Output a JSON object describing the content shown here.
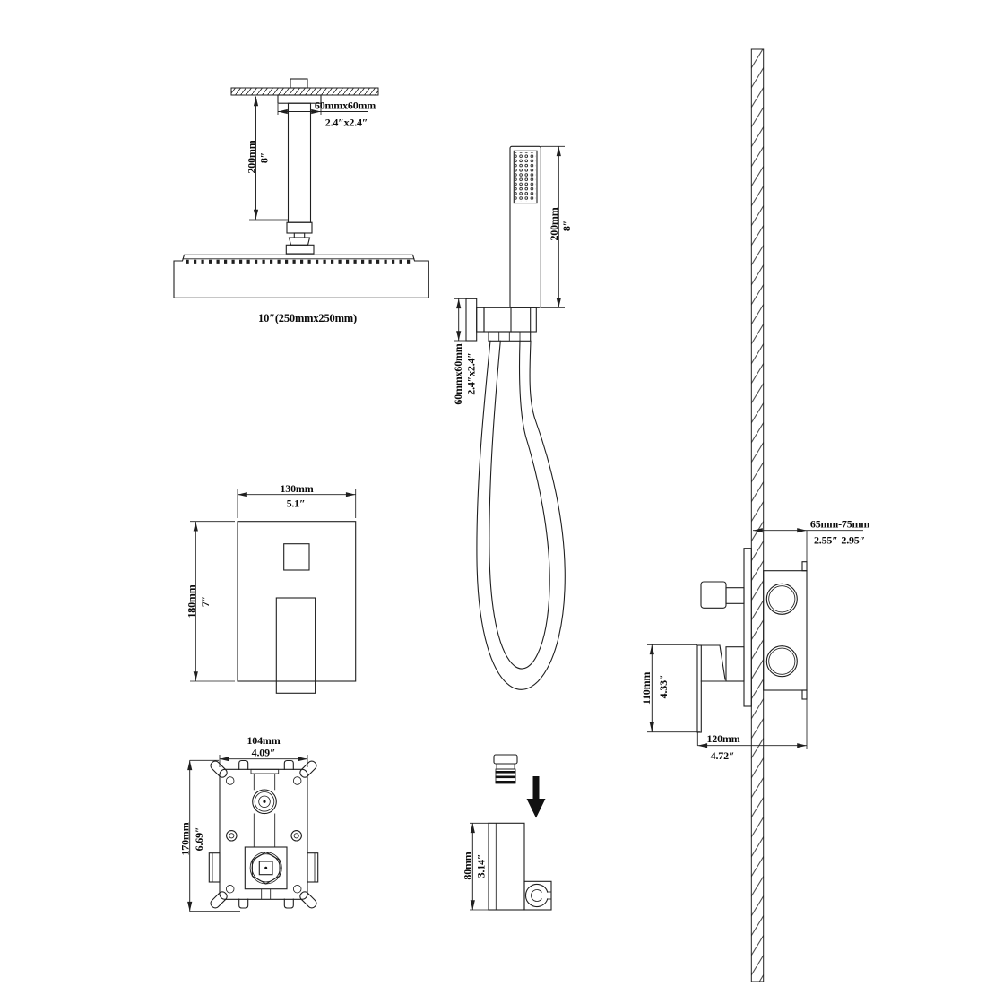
{
  "drawing": {
    "ceiling_shower": {
      "arm_size_mm": "60mmx60mm",
      "arm_size_in": "2.4″x2.4″",
      "arm_length_mm": "200mm",
      "arm_length_in": "8″",
      "head_label": "10″(250mmx250mm)"
    },
    "hand_shower": {
      "wand_length_mm": "200mm",
      "wand_length_in": "8″",
      "supply_size_mm": "60mmx60mm",
      "supply_size_in": "2.4″x2.4″"
    },
    "trim_plate": {
      "width_mm": "130mm",
      "width_in": "5.1″",
      "height_mm": "180mm",
      "height_in": "7″"
    },
    "rough_in_valve": {
      "width_mm": "104mm",
      "width_in": "4.09″",
      "height_mm": "170mm",
      "height_in": "6.69″"
    },
    "side_view": {
      "wall_depth_mm": "65mm-75mm",
      "wall_depth_in": "2.55″-2.95″",
      "handle_height_mm": "110mm",
      "handle_height_in": "4.33″",
      "total_depth_mm": "120mm",
      "total_depth_in": "4.72″"
    },
    "holder": {
      "height_mm": "80mm",
      "height_in": "3.14″"
    }
  },
  "colors": {
    "line": "#1f1f1f",
    "background": "#ffffff"
  }
}
